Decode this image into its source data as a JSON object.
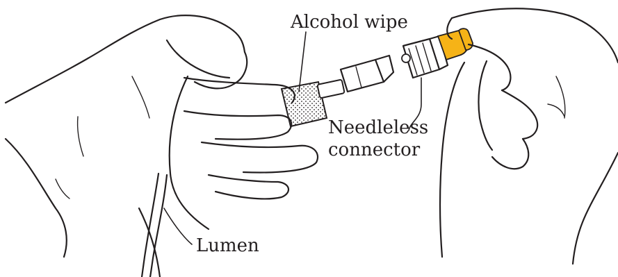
{
  "labels": {
    "alcohol_wipe": "Alcohol wipe",
    "needleless_line1": "Needleless",
    "needleless_line2": "connector",
    "lumen": "Lumen"
  },
  "colors": {
    "ink": "#231f20",
    "cap_yellow": "#f6b317",
    "background": "#ffffff"
  }
}
